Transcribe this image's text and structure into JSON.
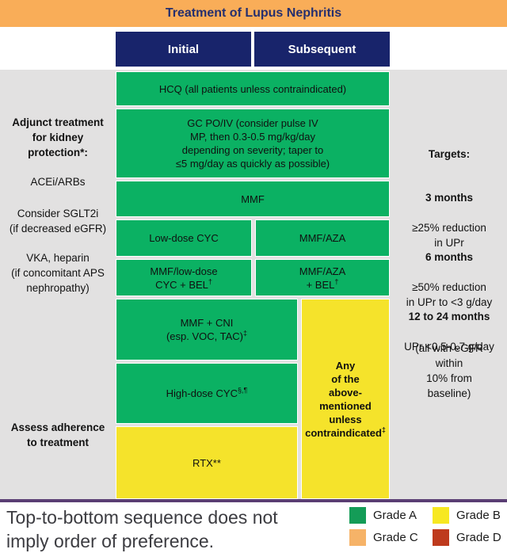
{
  "title": "Treatment of Lupus Nephritis",
  "columns": {
    "initial": "Initial",
    "subsequent": "Subsequent"
  },
  "left_panel": {
    "adjunct_title": "Adjunct treatment\nfor kidney\nprotection*:",
    "acei": "ACEi/ARBs",
    "sglt2i": "Consider SGLT2i\n(if decreased eGFR)",
    "vka": "VKA, heparin\n(if concomitant APS\nnephropathy)",
    "assess": "Assess adherence\nto treatment"
  },
  "right_panel": {
    "targets_title": "Targets:",
    "t3_title": "3 months",
    "t3_text": "≥25% reduction\nin UPr",
    "t6_title": "6 months",
    "t6_text": "≥50% reduction\nin UPr to <3 g/day",
    "t12_title": "12 to 24 months",
    "t12_text": "UPr <0.5-0.7 g/day",
    "egfr_note": "(all with eGFR\nwithin\n10% from\nbaseline)"
  },
  "boxes": {
    "hcq": {
      "text": "HCQ (all patients unless contraindicated)"
    },
    "gc": {
      "text": "GC PO/IV (consider pulse IV\nMP, then 0.3-0.5 mg/kg/day\ndepending on severity; taper to\n≤5 mg/day as quickly as possible)"
    },
    "mmf": {
      "text": "MMF"
    },
    "low_cyc": {
      "text": "Low-dose CYC"
    },
    "mmf_aza": {
      "text": "MMF/AZA"
    },
    "mmf_cyc_bel": {
      "text": "MMF/low-dose\nCYC + BEL",
      "sup": "†"
    },
    "mmf_aza_bel": {
      "text": "MMF/AZA\n+ BEL",
      "sup": "†"
    },
    "mmf_cni": {
      "text": "MMF + CNI\n(esp. VOC, TAC)",
      "sup": "‡"
    },
    "high_cyc": {
      "text": "High-dose CYC",
      "sup": "§,¶"
    },
    "rtx": {
      "text": "RTX**"
    },
    "any_above": {
      "text": "Any\nof the\nabove-\nmentioned\nunless\ncontraindicated",
      "sup": "‡"
    }
  },
  "footer": {
    "note": "Top-to-bottom sequence does not\nimply order of preference.",
    "legend": [
      {
        "label": "Grade A",
        "color": "#149C57"
      },
      {
        "label": "Grade B",
        "color": "#F7E821"
      },
      {
        "label": "Grade C",
        "color": "#F6B368"
      },
      {
        "label": "Grade D",
        "color": "#BE3A1D"
      }
    ]
  },
  "colors": {
    "header_orange": "#F9AD58",
    "navy": "#18246B",
    "grade_a_green": "#0BB163",
    "grade_b_yellow": "#F5E32B",
    "chart_gray": "#E2E1E1",
    "divider_purple": "#9A86BB"
  }
}
